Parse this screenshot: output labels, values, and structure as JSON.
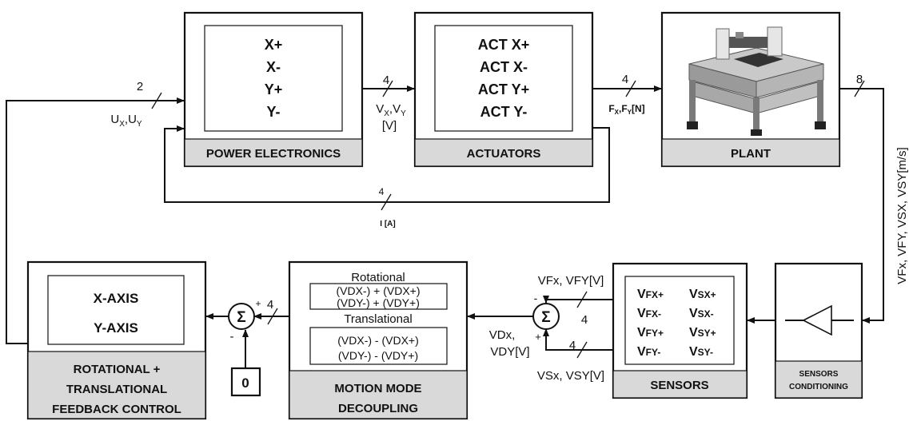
{
  "blocks": {
    "power": {
      "lines": [
        "X+",
        "X-",
        "Y+",
        "Y-"
      ],
      "footer": "POWER ELECTRONICS"
    },
    "actuators": {
      "lines": [
        "ACT X+",
        "ACT X-",
        "ACT Y+",
        "ACT Y-"
      ],
      "footer": "ACTUATORS"
    },
    "plant": {
      "footer": "PLANT"
    },
    "feedback": {
      "lines": [
        "X-AXIS",
        "Y-AXIS"
      ],
      "footer": [
        "ROTATIONAL +",
        "TRANSLATIONAL",
        "FEEDBACK CONTROL"
      ]
    },
    "decoupling": {
      "rot_title": "Rotational",
      "rot_lines": [
        "(VDX-) + (VDX+)",
        "(VDY-) + (VDY+)"
      ],
      "trans_title": "Translational",
      "trans_lines": [
        "(VDX-) - (VDX+)",
        "(VDY-) - (VDY+)"
      ],
      "footer": [
        "MOTION MODE",
        "DECOUPLING"
      ]
    },
    "sensors": {
      "rows": [
        {
          "a_main": "V",
          "a_sub": "FX+",
          "b_main": "V",
          "b_sub": "SX+"
        },
        {
          "a_main": "V",
          "a_sub": "FX-",
          "b_main": "V",
          "b_sub": "SX-"
        },
        {
          "a_main": "V",
          "a_sub": "FY+",
          "b_main": "V",
          "b_sub": "SY+"
        },
        {
          "a_main": "V",
          "a_sub": "FY-",
          "b_main": "V",
          "b_sub": "SY-"
        }
      ],
      "footer": "SENSORS"
    },
    "conditioning": {
      "footer": [
        "SENSORS",
        "CONDITIONING"
      ]
    }
  },
  "signals": {
    "u_count": "2",
    "u_label": {
      "a": "U",
      "a_sub": "X",
      "sep": ",U",
      "b_sub": "Y"
    },
    "v_count": "4",
    "v_label": {
      "a": "V",
      "a_sub": "X",
      "sep": ",V",
      "b_sub": "Y",
      "unit": "[V]"
    },
    "f_count": "4",
    "f_label": {
      "a": "F",
      "a_sub": "X",
      "sep": ",F",
      "b_sub": "Y",
      "unit": "[N]"
    },
    "i_count": "4",
    "i_label": "I [A]",
    "plant_out_count": "8",
    "plant_out_label": "VFx, VFY, VSX, VSY[m/s]",
    "vf_label": "VFx, VFY[V]",
    "vf_count": "4",
    "vs_label": "VSx, VSY[V]",
    "vs_count": "4",
    "vd_label": [
      "VDx,",
      "VDY[V]"
    ],
    "err_count": "4"
  },
  "sums": {
    "left": {
      "symbol": "Σ",
      "plus": "+",
      "minus": "-"
    },
    "right": {
      "symbol": "Σ",
      "plus": "+",
      "minus": "-"
    }
  },
  "reference": {
    "value": "0"
  }
}
